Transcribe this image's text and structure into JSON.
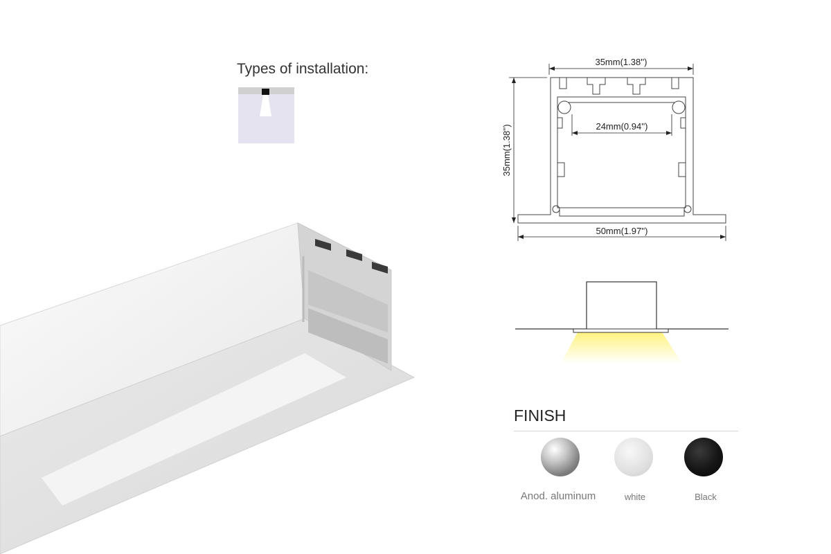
{
  "installation": {
    "title": "Types of installation:"
  },
  "profile": {
    "width_top": "35mm(1.38'')",
    "height": "35mm(1.38'')",
    "inner_width": "24mm(0.94'')",
    "width_bottom": "50mm(1.97'')"
  },
  "finish": {
    "title": "FINISH",
    "options": [
      {
        "label": "Anod. aluminum",
        "color": "#9a9a9a"
      },
      {
        "label": "white",
        "color": "#e4e4e4"
      },
      {
        "label": "Black",
        "color": "#141414"
      }
    ]
  },
  "colors": {
    "light": "#fff27a",
    "line": "#444444"
  }
}
